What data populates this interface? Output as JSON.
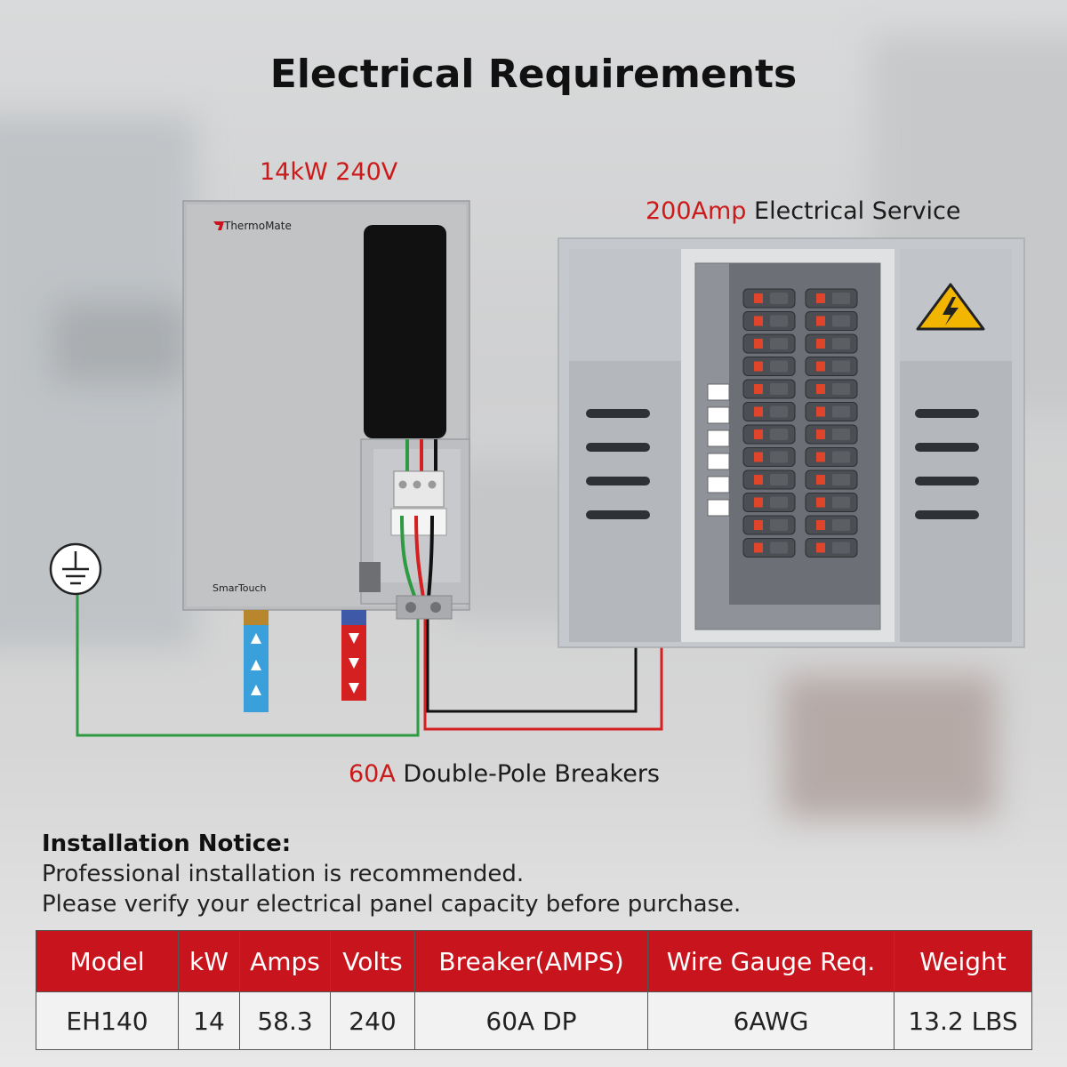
{
  "title": "Electrical Requirements",
  "heater": {
    "power_label": "14kW 240V",
    "brand": "ThermoMate",
    "model_badge": "SmarTouch"
  },
  "service": {
    "highlight": "200Amp",
    "rest": " Electrical Service"
  },
  "breakers": {
    "highlight": "60A",
    "rest": " Double-Pole Breakers"
  },
  "notice": {
    "heading": "Installation Notice:",
    "line1": "Professional installation is recommended.",
    "line2": "Please verify your electrical panel capacity before purchase."
  },
  "table": {
    "headers": [
      "Model",
      "kW",
      "Amps",
      "Volts",
      "Breaker(AMPS)",
      "Wire Gauge Req.",
      "Weight"
    ],
    "rows": [
      [
        "EH140",
        "14",
        "58.3",
        "240",
        "60A DP",
        "6AWG",
        "13.2 LBS"
      ]
    ]
  },
  "colors": {
    "accent_red": "#cc1a1a",
    "header_red": "#c8141c",
    "ground_wire": "#2f9a44",
    "hot_wire_red": "#d42020",
    "hot_wire_black": "#111111",
    "cold_pipe": "#3aa0dc",
    "hot_pipe": "#d42020"
  },
  "icons": [
    "ground-symbol-icon",
    "high-voltage-warning-icon",
    "thermomate-logo-icon"
  ]
}
